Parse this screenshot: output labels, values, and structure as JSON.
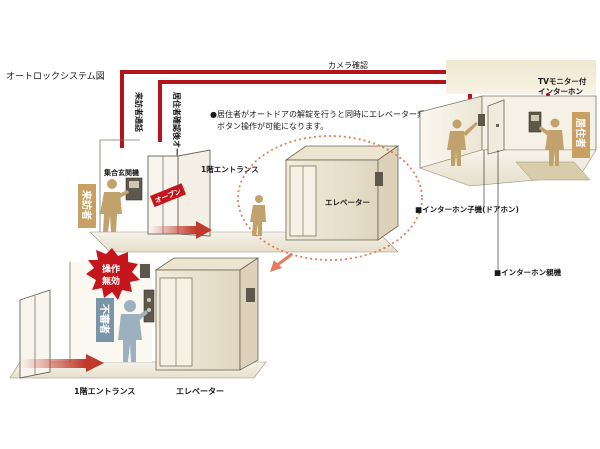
{
  "title": "オートロックシステム図",
  "signal_lines": {
    "camera_check": "カメラ確認",
    "visitor_call": "来訪者通話",
    "resident_unlock": "居住者確認後オートロック解錠"
  },
  "note": {
    "bullet": "●",
    "line1": "居住者がオートドアの解錠を行うと同時にエレベーター乗場の",
    "line2": "ボタン操作が可能になります。"
  },
  "labels": {
    "panel": "集合玄関機",
    "open_tag": "オープン",
    "entrance_top": "1階エントランス",
    "elevator_top": "エレベーター",
    "tv_monitor_line1": "TVモニター付",
    "tv_monitor_line2": "インターホン",
    "intercom_sub": "■インターホン子機(ドアホン)",
    "intercom_main": "■インターホン親機",
    "entrance_bottom": "1階エントランス",
    "elevator_bottom": "エレベーター"
  },
  "tags": {
    "visitor": "来訪者",
    "resident": "居住者",
    "intruder": "不審者",
    "disabled_line1": "操作",
    "disabled_line2": "無効"
  },
  "colors": {
    "signal_line": "#b3141c",
    "visitor_tag": "#c9a063",
    "intruder_tag": "#7a95a8",
    "disabled_tag": "#c6161d",
    "floor": "#f1ece0",
    "person_resident": "#c2a26c",
    "person_intruder": "#9db0c0",
    "dotted_circle": "#e57a5c",
    "arrow": "#c0392b"
  }
}
